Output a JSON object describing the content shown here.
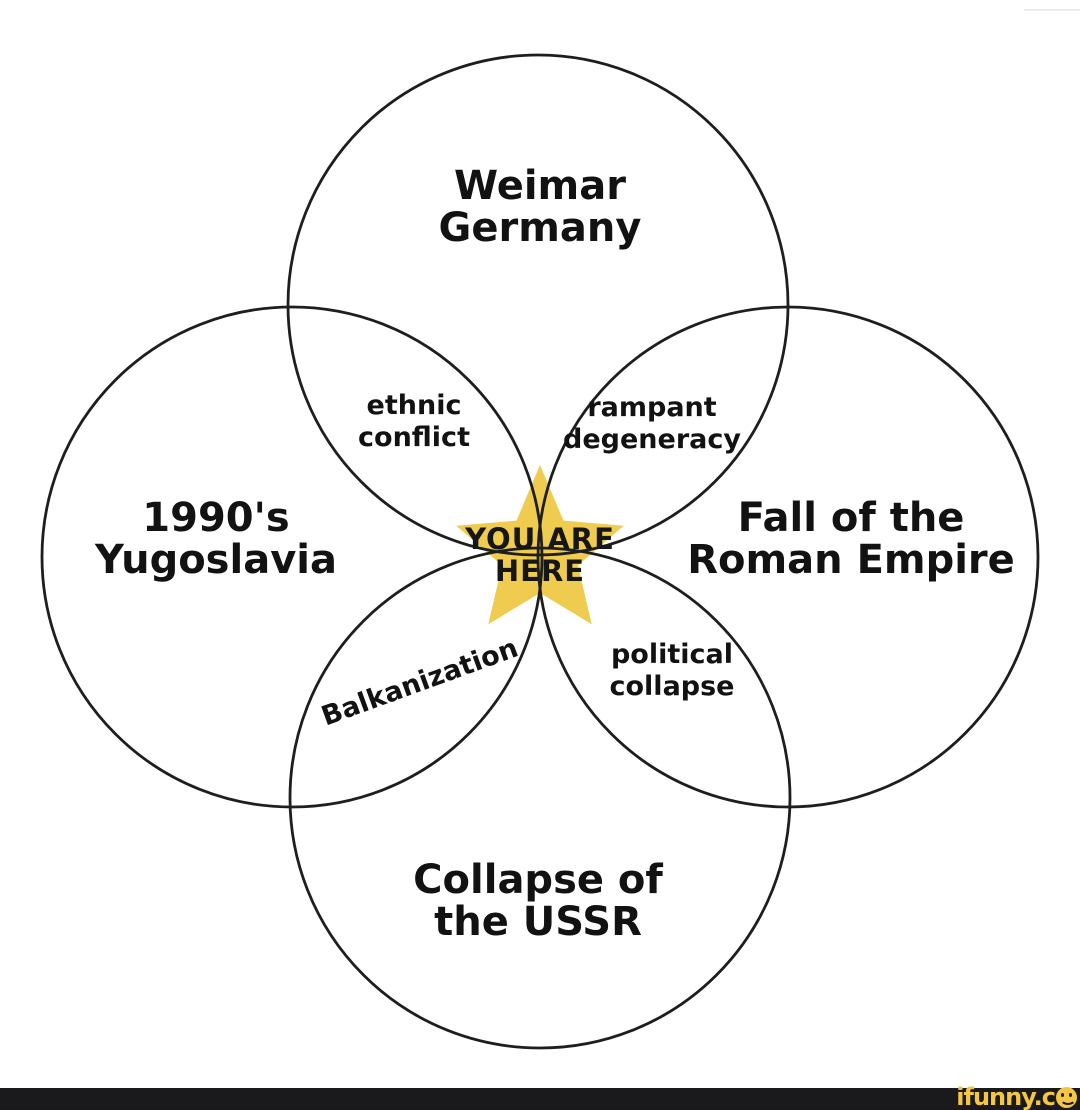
{
  "venn": {
    "stroke_color": "#1e1e1e",
    "circles": {
      "top": {
        "line1": "Weimar",
        "line2": "Germany"
      },
      "left": {
        "line1": "1990's",
        "line2": "Yugoslavia"
      },
      "right": {
        "line1": "Fall of the",
        "line2": "Roman Empire"
      },
      "bottom": {
        "line1": "Collapse of",
        "line2": "the USSR"
      }
    },
    "overlaps": {
      "top_left": {
        "line1": "ethnic",
        "line2": "conflict"
      },
      "top_right": {
        "line1": "rampant",
        "line2": "degeneracy"
      },
      "bottom_left": {
        "line1": "Balkanization"
      },
      "bottom_right": {
        "line1": "political",
        "line2": "collapse"
      }
    },
    "center_marker": {
      "line1": "YOU ARE",
      "line2": "HERE",
      "star_color": "#EFCB4F"
    }
  },
  "watermark": {
    "brand": "ifunny.c",
    "smiley_name": "smiley-face-icon",
    "text_color": "#F5C544",
    "bar_color": "#1A1A1C"
  }
}
